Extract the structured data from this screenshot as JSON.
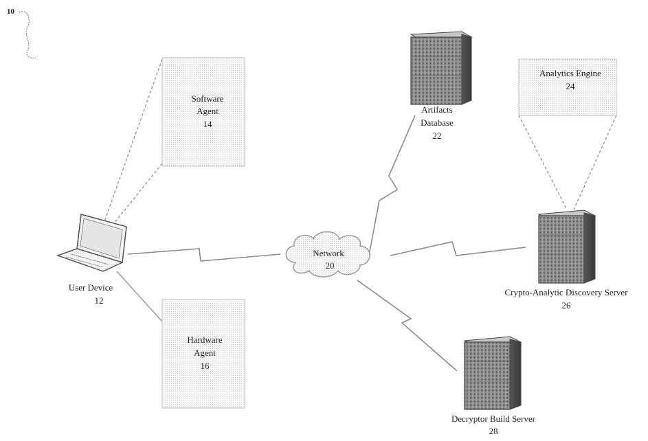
{
  "figure": {
    "ref_number": "10"
  },
  "nodes": {
    "user_device": {
      "name": "User Device",
      "ref": "12"
    },
    "software_agent": {
      "name_line1": "Software",
      "name_line2": "Agent",
      "ref": "14"
    },
    "hardware_agent": {
      "name_line1": "Hardware",
      "name_line2": "Agent",
      "ref": "16"
    },
    "network": {
      "name": "Network",
      "ref": "20"
    },
    "artifacts_database": {
      "name_line1": "Artifacts",
      "name_line2": "Database",
      "ref": "22"
    },
    "analytics_engine": {
      "name": "Analytics Engine",
      "ref": "24"
    },
    "discovery_server": {
      "name": "Crypto-Analytic Discovery Server",
      "ref": "26"
    },
    "decryptor_server": {
      "name": "Decryptor Build Server",
      "ref": "28"
    }
  }
}
